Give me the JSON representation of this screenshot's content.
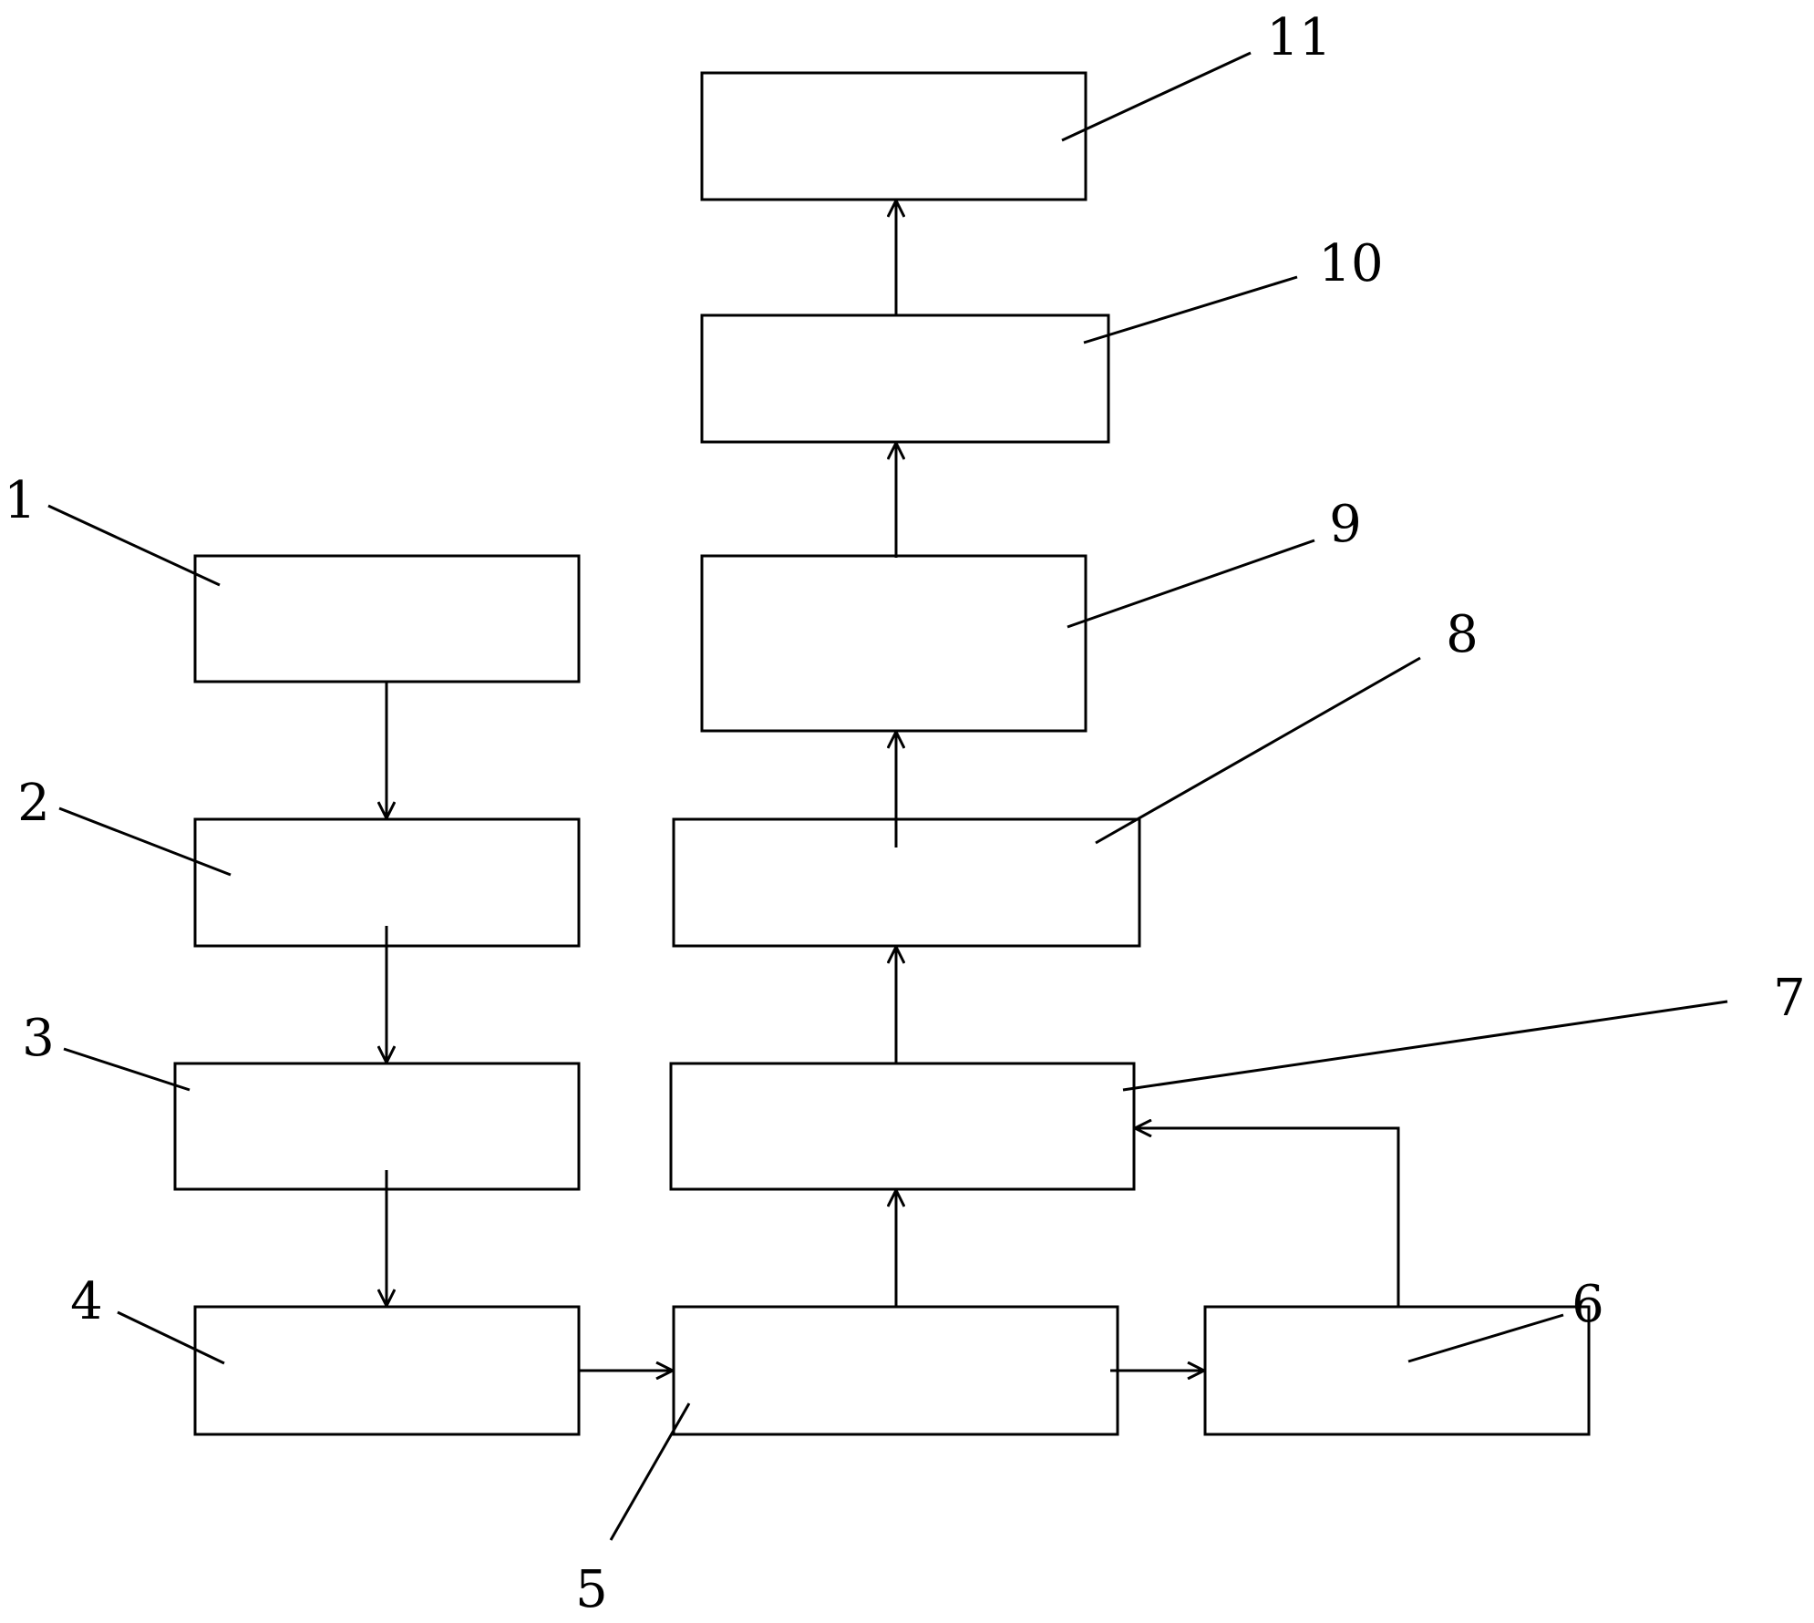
{
  "diagram": {
    "line_color": "#000000",
    "background": "#ffffff",
    "labels": {
      "b1": "1",
      "b2": "2",
      "b3": "3",
      "b4": "4",
      "b5": "5",
      "b6": "6",
      "b7": "7",
      "b8": "8",
      "b9": "9",
      "b10": "10",
      "b11": "11"
    },
    "connections": [
      {
        "from": "1",
        "to": "2"
      },
      {
        "from": "2",
        "to": "3"
      },
      {
        "from": "3",
        "to": "4"
      },
      {
        "from": "4",
        "to": "5"
      },
      {
        "from": "5",
        "to": "6"
      },
      {
        "from": "5",
        "to": "7"
      },
      {
        "from": "6",
        "to": "7"
      },
      {
        "from": "7",
        "to": "8"
      },
      {
        "from": "8",
        "to": "9"
      },
      {
        "from": "9",
        "to": "10"
      },
      {
        "from": "10",
        "to": "11"
      }
    ]
  }
}
